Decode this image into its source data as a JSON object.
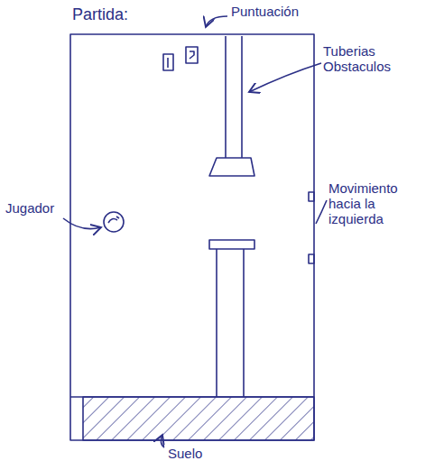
{
  "diagram": {
    "title": "Partida:",
    "labels": [
      "Puntuación",
      "Tuberias Obstaculos",
      "Jugador",
      "Movimiento hacia la izquierda",
      "Suelo"
    ]
  }
}
